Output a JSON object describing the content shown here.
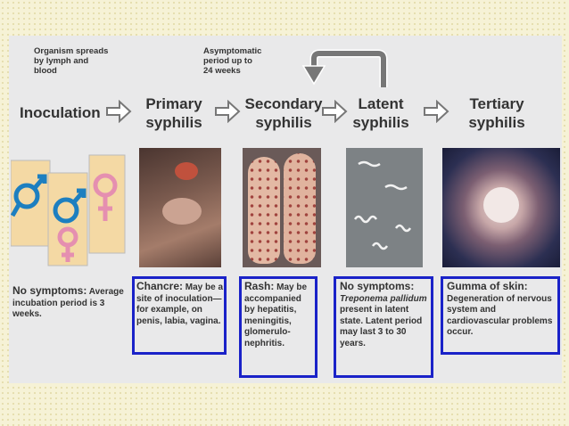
{
  "top_notes": {
    "spread": "Organism spreads\nby lymph and\nblood",
    "asymptomatic": "Asymptomatic\nperiod up to\n24 weeks"
  },
  "stages": {
    "inoculation": "Inoculation",
    "primary": "Primary\nsyphilis",
    "secondary": "Secondary\nsyphilis",
    "latent": "Latent\nsyphilis",
    "tertiary": "Tertiary\nsyphilis"
  },
  "descriptions": {
    "inoculation": {
      "heading": "No symptoms:",
      "body": " Average incubation period is 3 weeks."
    },
    "primary": {
      "heading": "Chancre:",
      "body": " May be a site of inoculation— for example, on penis, labia, vagina."
    },
    "secondary": {
      "heading": "Rash:",
      "body": " May be accompanied by hepatitis, meningitis, glomerulo-nephritis."
    },
    "latent": {
      "heading": "No symptoms:",
      "italic": "Treponema pallidum",
      "body": " present in latent state. Latent period may last 3 to 30 years."
    },
    "tertiary": {
      "heading": "Gumma of skin:",
      "body": " Degeneration of nervous system and cardiovascular problems occur."
    }
  },
  "icons": [
    "male-female-symbols-icon",
    "right-arrow-icon",
    "loop-back-arrow-icon"
  ],
  "colors": {
    "highlight_box": "#1a22c8",
    "symbol_blue": "#1d7fc0",
    "symbol_pink": "#e58fb0",
    "symbol_bg": "#f4d9a4"
  }
}
